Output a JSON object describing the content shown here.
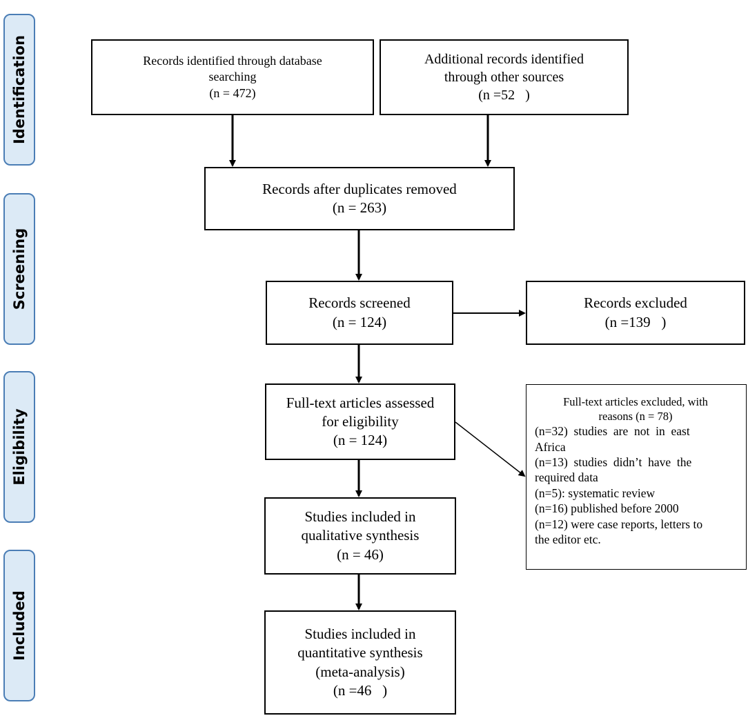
{
  "phases": {
    "identification": "Identification",
    "screening": "Screening",
    "eligibility": "Eligibility",
    "included": "Included"
  },
  "boxes": {
    "database_search": {
      "line1": "Records identified through database",
      "line2": "searching",
      "count": "(n = 472)"
    },
    "other_sources": {
      "line1": "Additional records identified",
      "line2": "through other sources",
      "count": "(n =52   )"
    },
    "after_duplicates": {
      "line1": "Records after duplicates removed",
      "count": "(n = 263)"
    },
    "screened": {
      "line1": "Records screened",
      "count": "(n = 124)"
    },
    "excluded": {
      "line1": "Records excluded",
      "count": "(n =139   )"
    },
    "full_text": {
      "line1": "Full-text articles assessed",
      "line2": "for eligibility",
      "count": "(n = 124)"
    },
    "qualitative": {
      "line1": "Studies included in",
      "line2": "qualitative synthesis",
      "count": "(n = 46)"
    },
    "quantitative": {
      "line1": "Studies included in",
      "line2": "quantitative synthesis",
      "line3": "(meta-analysis)",
      "count": "(n =46   )"
    }
  },
  "full_text_excluded": {
    "heading_line1": "Full-text articles excluded, with",
    "heading_line2": "reasons (n = 78)",
    "reasons": [
      {
        "line1": "(n=32)  studies  are  not  in  east",
        "line2": "Africa"
      },
      {
        "line1": "(n=13)  studies  didn’t  have  the",
        "line2": "required data"
      },
      {
        "line1": "(n=5): systematic review"
      },
      {
        "line1": "(n=16) published before 2000"
      },
      {
        "line1": "(n=12) were case reports, letters to",
        "line2": "the editor etc."
      }
    ]
  },
  "colors": {
    "phase_fill": "#dceaf6",
    "phase_border": "#4a7db5",
    "box_border": "#000000",
    "arrow": "#000000"
  }
}
